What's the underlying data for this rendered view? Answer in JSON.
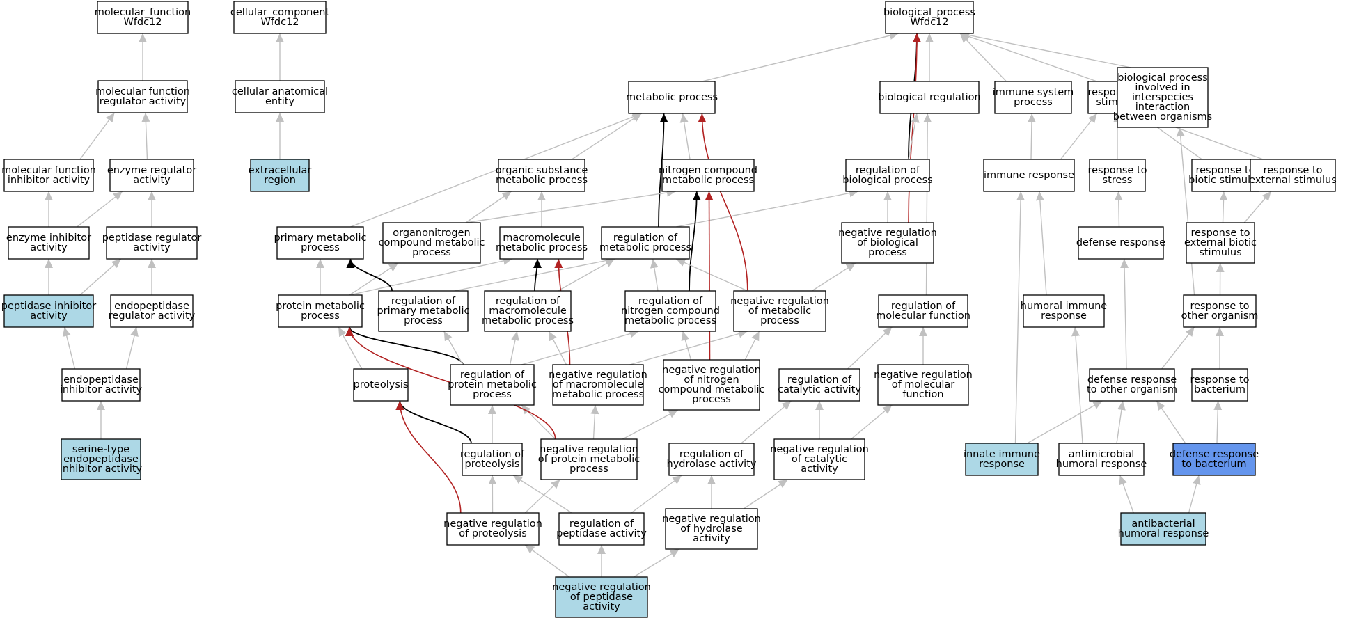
{
  "colors": {
    "default_fill": "#ffffff",
    "highlight_fill": "#add8e6",
    "focus_fill": "#6495ed",
    "edge_is_a": "#c0c0c0",
    "edge_regulates": "#000000",
    "edge_negatively_regulates": "#b22222"
  },
  "nodes": [
    {
      "id": "mf_root",
      "lines": [
        "molecular_function",
        "Wfdc12"
      ],
      "fill": "white"
    },
    {
      "id": "cc_root",
      "lines": [
        "cellular_component",
        "Wfdc12"
      ],
      "fill": "white"
    },
    {
      "id": "bp_root",
      "lines": [
        "biological_process",
        "Wfdc12"
      ],
      "fill": "white"
    },
    {
      "id": "mf_reg",
      "lines": [
        "molecular function",
        "regulator activity"
      ],
      "fill": "white"
    },
    {
      "id": "cae",
      "lines": [
        "cellular anatomical",
        "entity"
      ],
      "fill": "white"
    },
    {
      "id": "metabolic",
      "lines": [
        "metabolic process"
      ],
      "fill": "white"
    },
    {
      "id": "bio_reg",
      "lines": [
        "biological regulation"
      ],
      "fill": "white"
    },
    {
      "id": "immune_sys",
      "lines": [
        "immune system",
        "process"
      ],
      "fill": "white"
    },
    {
      "id": "resp_stim",
      "lines": [
        "response to",
        "stimulus"
      ],
      "fill": "white"
    },
    {
      "id": "bp_interspecies",
      "lines": [
        "biological process",
        "involved in",
        "interspecies",
        "interaction",
        "between organisms"
      ],
      "fill": "white"
    },
    {
      "id": "mf_inhib",
      "lines": [
        "molecular function",
        "inhibitor activity"
      ],
      "fill": "white"
    },
    {
      "id": "enz_reg",
      "lines": [
        "enzyme regulator",
        "activity"
      ],
      "fill": "white"
    },
    {
      "id": "extracellular",
      "lines": [
        "extracellular",
        "region"
      ],
      "fill": "highlight"
    },
    {
      "id": "org_sub",
      "lines": [
        "organic substance",
        "metabolic process"
      ],
      "fill": "white"
    },
    {
      "id": "nitro_cmp",
      "lines": [
        "nitrogen compound",
        "metabolic process"
      ],
      "fill": "white"
    },
    {
      "id": "reg_bp",
      "lines": [
        "regulation of",
        "biological process"
      ],
      "fill": "white"
    },
    {
      "id": "immune_resp",
      "lines": [
        "immune response"
      ],
      "fill": "white"
    },
    {
      "id": "resp_stress",
      "lines": [
        "response to",
        "stress"
      ],
      "fill": "white"
    },
    {
      "id": "resp_biotic",
      "lines": [
        "response to",
        "biotic stimulus"
      ],
      "fill": "white"
    },
    {
      "id": "resp_ext",
      "lines": [
        "response to",
        "external stimulus"
      ],
      "fill": "white"
    },
    {
      "id": "enz_inhib",
      "lines": [
        "enzyme inhibitor",
        "activity"
      ],
      "fill": "white"
    },
    {
      "id": "pept_reg",
      "lines": [
        "peptidase regulator",
        "activity"
      ],
      "fill": "white"
    },
    {
      "id": "prim_met",
      "lines": [
        "primary metabolic",
        "process"
      ],
      "fill": "white"
    },
    {
      "id": "organonitro",
      "lines": [
        "organonitrogen",
        "compound metabolic",
        "process"
      ],
      "fill": "white"
    },
    {
      "id": "macromol",
      "lines": [
        "macromolecule",
        "metabolic process"
      ],
      "fill": "white"
    },
    {
      "id": "reg_met",
      "lines": [
        "regulation of",
        "metabolic process"
      ],
      "fill": "white"
    },
    {
      "id": "neg_reg_bp",
      "lines": [
        "negative regulation",
        "of biological",
        "process"
      ],
      "fill": "white"
    },
    {
      "id": "defense_resp",
      "lines": [
        "defense response"
      ],
      "fill": "white"
    },
    {
      "id": "resp_ext_biotic",
      "lines": [
        "response to",
        "external biotic",
        "stimulus"
      ],
      "fill": "white"
    },
    {
      "id": "pept_inhib",
      "lines": [
        "peptidase inhibitor",
        "activity"
      ],
      "fill": "highlight"
    },
    {
      "id": "endopept_reg",
      "lines": [
        "endopeptidase",
        "regulator activity"
      ],
      "fill": "white"
    },
    {
      "id": "prot_met",
      "lines": [
        "protein metabolic",
        "process"
      ],
      "fill": "white"
    },
    {
      "id": "reg_prim_met",
      "lines": [
        "regulation of",
        "primary metabolic",
        "process"
      ],
      "fill": "white"
    },
    {
      "id": "reg_macromol",
      "lines": [
        "regulation of",
        "macromolecule",
        "metabolic process"
      ],
      "fill": "white"
    },
    {
      "id": "reg_nitro",
      "lines": [
        "regulation of",
        "nitrogen compound",
        "metabolic process"
      ],
      "fill": "white"
    },
    {
      "id": "neg_reg_met",
      "lines": [
        "negative regulation",
        "of metabolic",
        "process"
      ],
      "fill": "white"
    },
    {
      "id": "reg_mf",
      "lines": [
        "regulation of",
        "molecular function"
      ],
      "fill": "white"
    },
    {
      "id": "humoral_imm",
      "lines": [
        "humoral immune",
        "response"
      ],
      "fill": "white"
    },
    {
      "id": "resp_other_org",
      "lines": [
        "response to",
        "other organism"
      ],
      "fill": "white"
    },
    {
      "id": "endopept_inhib",
      "lines": [
        "endopeptidase",
        "inhibitor activity"
      ],
      "fill": "white"
    },
    {
      "id": "proteolysis",
      "lines": [
        "proteolysis"
      ],
      "fill": "white"
    },
    {
      "id": "reg_prot_met",
      "lines": [
        "regulation of",
        "protein metabolic",
        "process"
      ],
      "fill": "white"
    },
    {
      "id": "neg_reg_macromol",
      "lines": [
        "negative regulation",
        "of macromolecule",
        "metabolic process"
      ],
      "fill": "white"
    },
    {
      "id": "neg_reg_nitro",
      "lines": [
        "negative regulation",
        "of nitrogen",
        "compound metabolic",
        "process"
      ],
      "fill": "white"
    },
    {
      "id": "reg_cat",
      "lines": [
        "regulation of",
        "catalytic activity"
      ],
      "fill": "white"
    },
    {
      "id": "neg_reg_mf",
      "lines": [
        "negative regulation",
        "of molecular",
        "function"
      ],
      "fill": "white"
    },
    {
      "id": "def_other_org",
      "lines": [
        "defense response",
        "to other organism"
      ],
      "fill": "white"
    },
    {
      "id": "resp_bact",
      "lines": [
        "response to",
        "bacterium"
      ],
      "fill": "white"
    },
    {
      "id": "serine_endopept",
      "lines": [
        "serine-type",
        "endopeptidase",
        "inhibitor activity"
      ],
      "fill": "highlight"
    },
    {
      "id": "reg_proteolysis",
      "lines": [
        "regulation of",
        "proteolysis"
      ],
      "fill": "white"
    },
    {
      "id": "neg_reg_prot_met",
      "lines": [
        "negative regulation",
        "of protein metabolic",
        "process"
      ],
      "fill": "white"
    },
    {
      "id": "reg_hydro",
      "lines": [
        "regulation of",
        "hydrolase activity"
      ],
      "fill": "white"
    },
    {
      "id": "neg_reg_cat",
      "lines": [
        "negative regulation",
        "of catalytic",
        "activity"
      ],
      "fill": "white"
    },
    {
      "id": "innate_imm",
      "lines": [
        "innate immune",
        "response"
      ],
      "fill": "highlight"
    },
    {
      "id": "antimicrobial",
      "lines": [
        "antimicrobial",
        "humoral response"
      ],
      "fill": "white"
    },
    {
      "id": "def_bact",
      "lines": [
        "defense response",
        "to bacterium"
      ],
      "fill": "focus"
    },
    {
      "id": "neg_reg_proteolysis",
      "lines": [
        "negative regulation",
        "of proteolysis"
      ],
      "fill": "white"
    },
    {
      "id": "reg_pept",
      "lines": [
        "regulation of",
        "peptidase activity"
      ],
      "fill": "white"
    },
    {
      "id": "neg_reg_hydro",
      "lines": [
        "negative regulation",
        "of hydrolase",
        "activity"
      ],
      "fill": "white"
    },
    {
      "id": "antibact",
      "lines": [
        "antibacterial",
        "humoral response"
      ],
      "fill": "highlight"
    },
    {
      "id": "neg_reg_pept",
      "lines": [
        "negative regulation",
        "of peptidase",
        "activity"
      ],
      "fill": "highlight"
    }
  ],
  "edges": [
    [
      "mf_reg",
      "mf_root",
      "is_a"
    ],
    [
      "mf_inhib",
      "mf_reg",
      "is_a"
    ],
    [
      "enz_reg",
      "mf_reg",
      "is_a"
    ],
    [
      "enz_inhib",
      "mf_inhib",
      "is_a"
    ],
    [
      "enz_inhib",
      "enz_reg",
      "is_a"
    ],
    [
      "pept_reg",
      "enz_reg",
      "is_a"
    ],
    [
      "pept_inhib",
      "enz_inhib",
      "is_a"
    ],
    [
      "pept_inhib",
      "pept_reg",
      "is_a"
    ],
    [
      "endopept_reg",
      "pept_reg",
      "is_a"
    ],
    [
      "endopept_inhib",
      "pept_inhib",
      "is_a"
    ],
    [
      "endopept_inhib",
      "endopept_reg",
      "is_a"
    ],
    [
      "serine_endopept",
      "endopept_inhib",
      "is_a"
    ],
    [
      "cae",
      "cc_root",
      "is_a"
    ],
    [
      "extracellular",
      "cae",
      "is_a"
    ],
    [
      "metabolic",
      "bp_root",
      "is_a"
    ],
    [
      "bio_reg",
      "bp_root",
      "is_a"
    ],
    [
      "immune_sys",
      "bp_root",
      "is_a"
    ],
    [
      "resp_stim",
      "bp_root",
      "is_a"
    ],
    [
      "bp_interspecies",
      "bp_root",
      "is_a"
    ],
    [
      "reg_bp",
      "bp_root",
      "regulates"
    ],
    [
      "neg_reg_bp",
      "bp_root",
      "negatively_regulates"
    ],
    [
      "org_sub",
      "metabolic",
      "is_a"
    ],
    [
      "nitro_cmp",
      "metabolic",
      "is_a"
    ],
    [
      "prim_met",
      "metabolic",
      "is_a"
    ],
    [
      "reg_met",
      "metabolic",
      "regulates"
    ],
    [
      "neg_reg_met",
      "metabolic",
      "negatively_regulates"
    ],
    [
      "organonitro",
      "org_sub",
      "is_a"
    ],
    [
      "organonitro",
      "nitro_cmp",
      "is_a"
    ],
    [
      "macromol",
      "org_sub",
      "is_a"
    ],
    [
      "reg_bp",
      "bio_reg",
      "is_a"
    ],
    [
      "reg_met",
      "reg_bp",
      "is_a"
    ],
    [
      "neg_reg_bp",
      "reg_bp",
      "is_a"
    ],
    [
      "reg_mf",
      "bio_reg",
      "is_a"
    ],
    [
      "immune_resp",
      "immune_sys",
      "is_a"
    ],
    [
      "immune_resp",
      "resp_stim",
      "is_a"
    ],
    [
      "resp_stress",
      "resp_stim",
      "is_a"
    ],
    [
      "resp_biotic",
      "resp_stim",
      "is_a"
    ],
    [
      "resp_ext",
      "resp_stim",
      "is_a"
    ],
    [
      "defense_resp",
      "resp_stress",
      "is_a"
    ],
    [
      "resp_ext_biotic",
      "resp_biotic",
      "is_a"
    ],
    [
      "resp_ext_biotic",
      "resp_ext",
      "is_a"
    ],
    [
      "resp_other_org",
      "resp_ext_biotic",
      "is_a"
    ],
    [
      "resp_other_org",
      "bp_interspecies",
      "is_a"
    ],
    [
      "prot_met",
      "prim_met",
      "is_a"
    ],
    [
      "prot_met",
      "organonitro",
      "is_a"
    ],
    [
      "prot_met",
      "macromol",
      "is_a"
    ],
    [
      "reg_prim_met",
      "prim_met",
      "regulates"
    ],
    [
      "reg_prim_met",
      "reg_met",
      "is_a"
    ],
    [
      "reg_macromol",
      "macromol",
      "regulates"
    ],
    [
      "reg_macromol",
      "reg_met",
      "is_a"
    ],
    [
      "reg_nitro",
      "reg_met",
      "is_a"
    ],
    [
      "reg_nitro",
      "nitro_cmp",
      "regulates"
    ],
    [
      "neg_reg_met",
      "reg_met",
      "is_a"
    ],
    [
      "neg_reg_met",
      "neg_reg_bp",
      "is_a"
    ],
    [
      "humoral_imm",
      "immune_resp",
      "is_a"
    ],
    [
      "proteolysis",
      "prot_met",
      "is_a"
    ],
    [
      "reg_prot_met",
      "prot_met",
      "regulates"
    ],
    [
      "reg_prot_met",
      "reg_prim_met",
      "is_a"
    ],
    [
      "reg_prot_met",
      "reg_macromol",
      "is_a"
    ],
    [
      "reg_prot_met",
      "reg_nitro",
      "is_a"
    ],
    [
      "neg_reg_macromol",
      "reg_macromol",
      "is_a"
    ],
    [
      "neg_reg_macromol",
      "macromol",
      "negatively_regulates"
    ],
    [
      "neg_reg_macromol",
      "neg_reg_met",
      "is_a"
    ],
    [
      "neg_reg_nitro",
      "reg_nitro",
      "is_a"
    ],
    [
      "neg_reg_nitro",
      "neg_reg_met",
      "is_a"
    ],
    [
      "neg_reg_nitro",
      "nitro_cmp",
      "negatively_regulates"
    ],
    [
      "reg_cat",
      "reg_mf",
      "is_a"
    ],
    [
      "neg_reg_mf",
      "reg_mf",
      "is_a"
    ],
    [
      "def_other_org",
      "defense_resp",
      "is_a"
    ],
    [
      "def_other_org",
      "resp_other_org",
      "is_a"
    ],
    [
      "resp_bact",
      "resp_other_org",
      "is_a"
    ],
    [
      "reg_proteolysis",
      "proteolysis",
      "regulates"
    ],
    [
      "reg_proteolysis",
      "reg_prot_met",
      "is_a"
    ],
    [
      "neg_reg_prot_met",
      "reg_prot_met",
      "is_a"
    ],
    [
      "neg_reg_prot_met",
      "prot_met",
      "negatively_regulates"
    ],
    [
      "neg_reg_prot_met",
      "neg_reg_macromol",
      "is_a"
    ],
    [
      "neg_reg_prot_met",
      "neg_reg_nitro",
      "is_a"
    ],
    [
      "reg_hydro",
      "reg_cat",
      "is_a"
    ],
    [
      "neg_reg_cat",
      "reg_cat",
      "is_a"
    ],
    [
      "neg_reg_cat",
      "neg_reg_mf",
      "is_a"
    ],
    [
      "innate_imm",
      "immune_resp",
      "is_a"
    ],
    [
      "innate_imm",
      "def_other_org",
      "is_a"
    ],
    [
      "antimicrobial",
      "humoral_imm",
      "is_a"
    ],
    [
      "antimicrobial",
      "def_other_org",
      "is_a"
    ],
    [
      "def_bact",
      "def_other_org",
      "is_a"
    ],
    [
      "def_bact",
      "resp_bact",
      "is_a"
    ],
    [
      "neg_reg_proteolysis",
      "reg_proteolysis",
      "is_a"
    ],
    [
      "neg_reg_proteolysis",
      "neg_reg_prot_met",
      "is_a"
    ],
    [
      "neg_reg_proteolysis",
      "proteolysis",
      "negatively_regulates"
    ],
    [
      "reg_pept",
      "reg_proteolysis",
      "is_a"
    ],
    [
      "reg_pept",
      "reg_hydro",
      "is_a"
    ],
    [
      "neg_reg_hydro",
      "reg_hydro",
      "is_a"
    ],
    [
      "neg_reg_hydro",
      "neg_reg_cat",
      "is_a"
    ],
    [
      "antibact",
      "antimicrobial",
      "is_a"
    ],
    [
      "antibact",
      "def_bact",
      "is_a"
    ],
    [
      "neg_reg_pept",
      "neg_reg_proteolysis",
      "is_a"
    ],
    [
      "neg_reg_pept",
      "reg_pept",
      "is_a"
    ],
    [
      "neg_reg_pept",
      "neg_reg_hydro",
      "is_a"
    ]
  ]
}
